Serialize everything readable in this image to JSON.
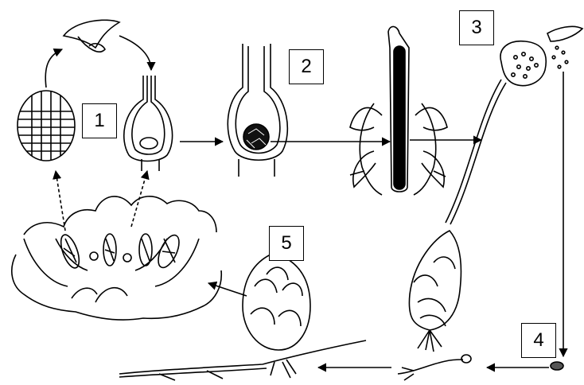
{
  "labels": {
    "one": "1",
    "two": "2",
    "three": "3",
    "four": "4",
    "five": "5"
  },
  "colors": {
    "ink": "#000000",
    "paper": "#ffffff"
  }
}
